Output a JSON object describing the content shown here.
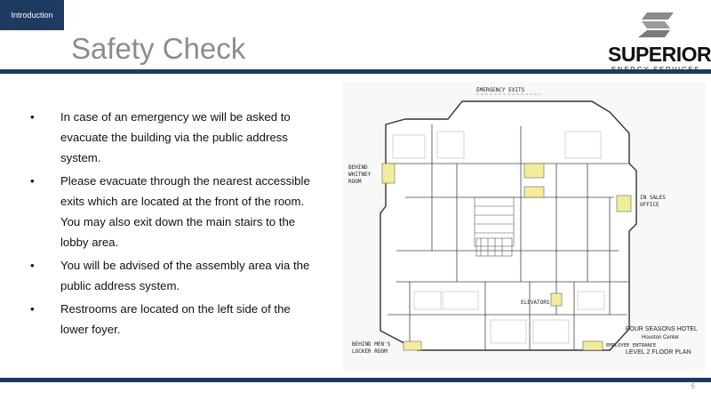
{
  "section_tag": "Introduction",
  "title": "Safety Check",
  "logo": {
    "name": "SUPERIOR",
    "tagline": "ENERGY SERVICES"
  },
  "bullets": [
    "In case of an emergency we will be asked to evacuate the building via the public address system.",
    "Please evacuate through the nearest accessible exits which are located at the front of the room. You may also exit down the main stairs to the lobby area.",
    "You will be advised of the assembly area via the public address system.",
    "Restrooms are located on the left side of the lower foyer."
  ],
  "floor_plan": {
    "labels": {
      "emergency_exits": "EMERGENCY EXITS",
      "behind_whitney_1": "BEHIND",
      "behind_whitney_2": "WHITNEY",
      "behind_whitney_3": "ROOM",
      "in_sales_1": "IN SALES",
      "in_sales_2": "OFFICE",
      "elevators": "ELEVATORS",
      "behind_mens_1": "BEHIND MEN'S",
      "behind_mens_2": "LOCKER ROOM",
      "employee_entrance": "EMPLOYEE ENTRANCE",
      "hotel_name": "FOUR SEASONS HOTEL",
      "hotel_sub": "Houston Center",
      "level": "LEVEL 2 FLOOR PLAN"
    }
  },
  "page_number": "6",
  "colors": {
    "navy": "#1f3a60",
    "title_gray": "#8c8c8c",
    "highlight": "#f3ec9a"
  }
}
